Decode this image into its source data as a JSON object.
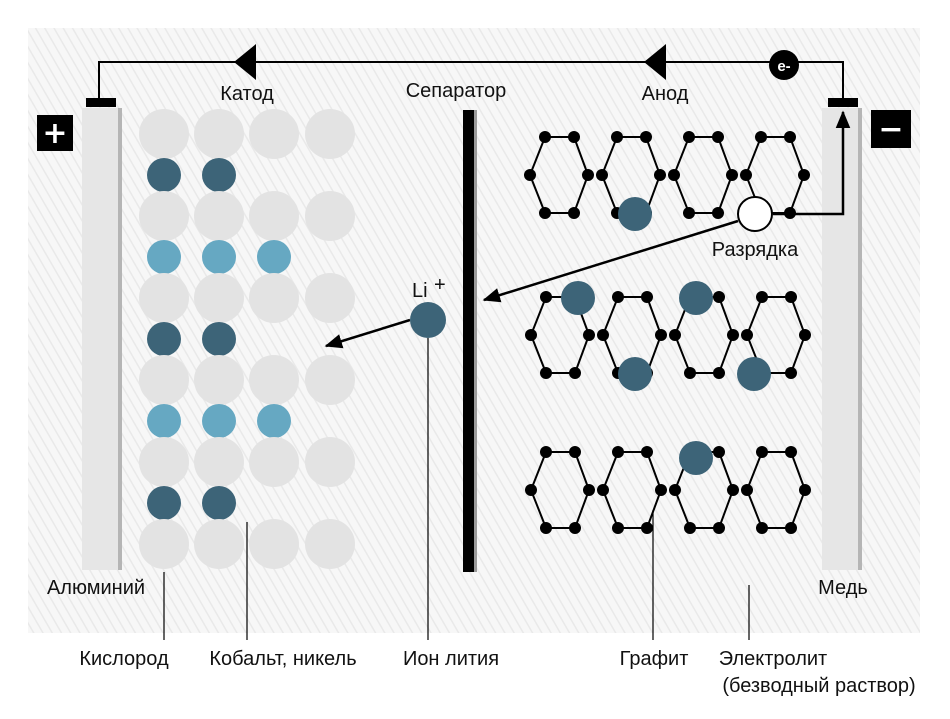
{
  "labels": {
    "cathode": "Катод",
    "separator": "Сепаратор",
    "anode": "Анод",
    "discharge": "Разрядка",
    "li_ion": "Li",
    "li_charge": "+",
    "electron": "e-",
    "aluminium": "Алюминий",
    "copper": "Медь",
    "oxygen": "Кислород",
    "cobalt_nickel": "Кобальт, никель",
    "lithium_ion": "Ион лития",
    "graphite": "Графит",
    "electrolyte_line1": "Электролит",
    "electrolyte_line2": "(безводный раствор)"
  },
  "terminals": {
    "positive": "+",
    "negative": "−"
  },
  "colors": {
    "oxygen": "#e3e3e3",
    "metal_dark": "#3d6478",
    "metal_light": "#66a8c2",
    "ion": "#3d6478",
    "collector": "#e6e6e6",
    "hatch": "#ececec",
    "line": "#000000"
  },
  "cathode_rows": [
    [
      "o",
      "o",
      "o",
      "o"
    ],
    [
      "d",
      "d"
    ],
    [
      "o",
      "o",
      "o",
      "o"
    ],
    [
      "l",
      "l",
      "l"
    ],
    [
      "o",
      "o",
      "o",
      "o"
    ],
    [
      "d",
      "d"
    ],
    [
      "o",
      "o",
      "o",
      "o"
    ],
    [
      "l",
      "l",
      "l"
    ],
    [
      "o",
      "o",
      "o",
      "o"
    ],
    [
      "d",
      "d"
    ],
    [
      "o",
      "o",
      "o",
      "o"
    ]
  ]
}
